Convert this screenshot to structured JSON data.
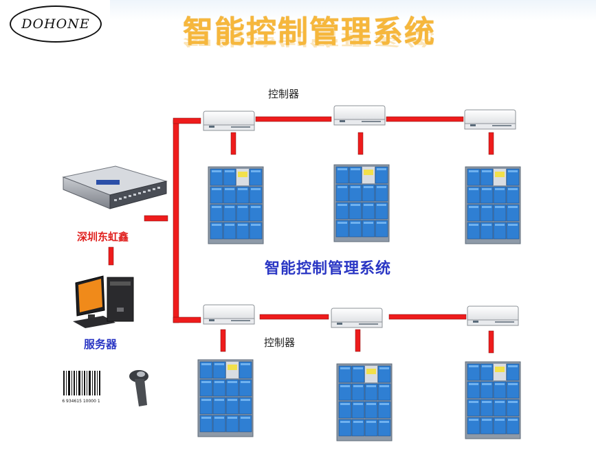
{
  "logo": {
    "text": "DOHONE"
  },
  "title": "智能控制管理系统",
  "subtitle": "智能控制管理系统",
  "labels": {
    "controller_top": "控制器",
    "controller_bottom": "控制器",
    "company": "深圳东虹鑫",
    "server": "服务器"
  },
  "barcode": {
    "digits": "6 934615 10000 1"
  },
  "colors": {
    "link": "#ee1c1c",
    "title": "#f6b73c",
    "subtitle": "#2a36c4",
    "locker": "#2f7fd3",
    "locker_frame": "#7f8fa2"
  }
}
